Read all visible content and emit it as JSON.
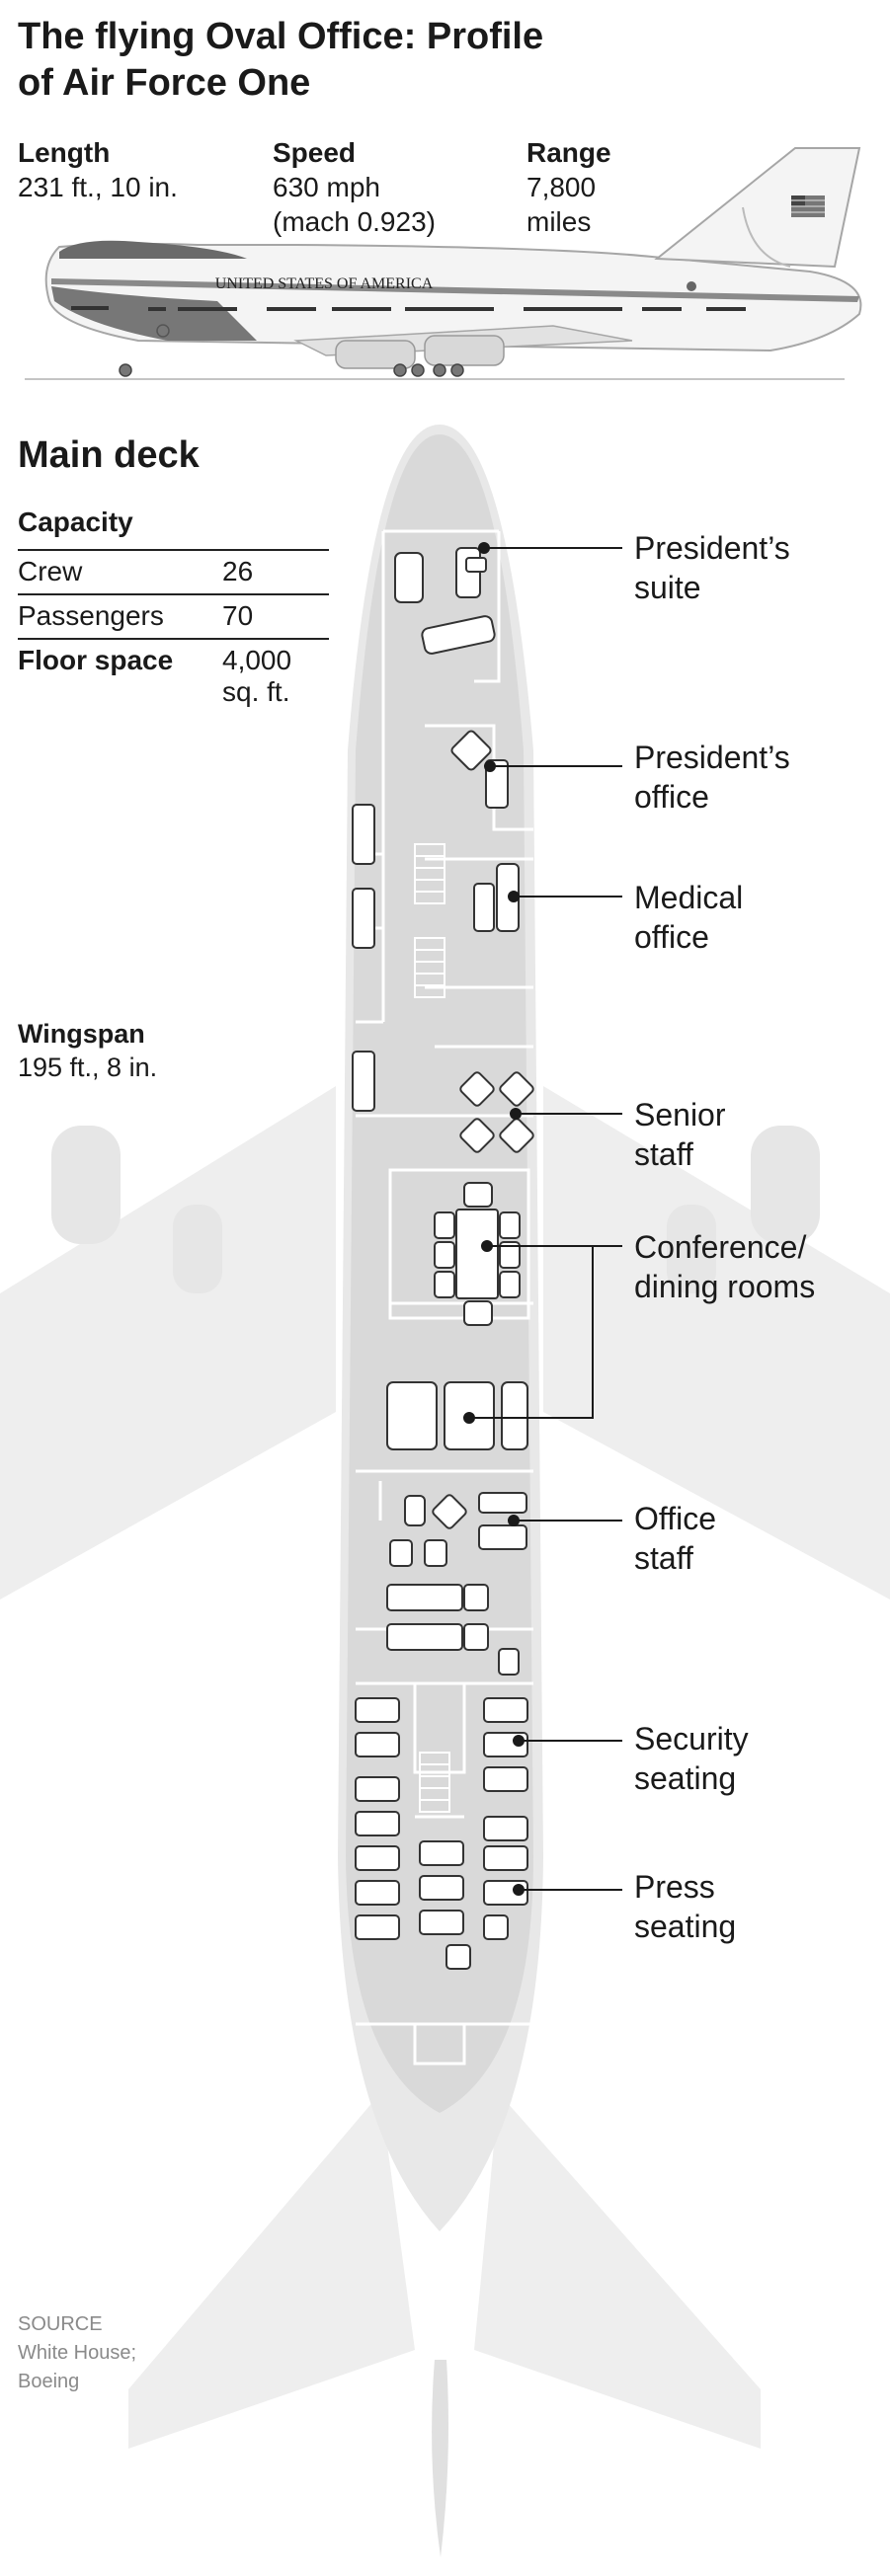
{
  "title": "The flying Oval Office: Profile of Air Force One",
  "stats": [
    {
      "label": "Length",
      "value_line1": "231 ft., 10 in.",
      "value_line2": ""
    },
    {
      "label": "Speed",
      "value_line1": "630 mph",
      "value_line2": "(mach 0.923)"
    },
    {
      "label": "Range",
      "value_line1": "7,800",
      "value_line2": "miles"
    }
  ],
  "fuselage_text": "UNITED STATES OF AMERICA",
  "main_deck": {
    "title": "Main deck",
    "capacity_title": "Capacity",
    "rows": [
      {
        "label": "Crew",
        "value": "26"
      },
      {
        "label": "Passengers",
        "value": "70"
      },
      {
        "label": "Floor space",
        "value_line1": "4,000",
        "value_line2": "sq. ft."
      }
    ]
  },
  "wingspan": {
    "label": "Wingspan",
    "value": "195 ft., 8 in."
  },
  "callouts": [
    {
      "line1": "President’s",
      "line2": "suite"
    },
    {
      "line1": "President’s",
      "line2": "office"
    },
    {
      "line1": "Medical",
      "line2": "office"
    },
    {
      "line1": "Senior",
      "line2": "staff"
    },
    {
      "line1": "Conference/",
      "line2": "dining rooms"
    },
    {
      "line1": "Office",
      "line2": "staff"
    },
    {
      "line1": "Security",
      "line2": "seating"
    },
    {
      "line1": "Press",
      "line2": "seating"
    }
  ],
  "source": {
    "label": "SOURCE",
    "line1": "White House;",
    "line2": "Boeing"
  },
  "colors": {
    "plane_light": "#eeeeee",
    "deck_floor": "#d8d8d8",
    "cabin_lines": "#ffffff",
    "livery_blue": "#5a5a5a",
    "text": "#1a1a1a",
    "source_text": "#8a8a8a"
  }
}
